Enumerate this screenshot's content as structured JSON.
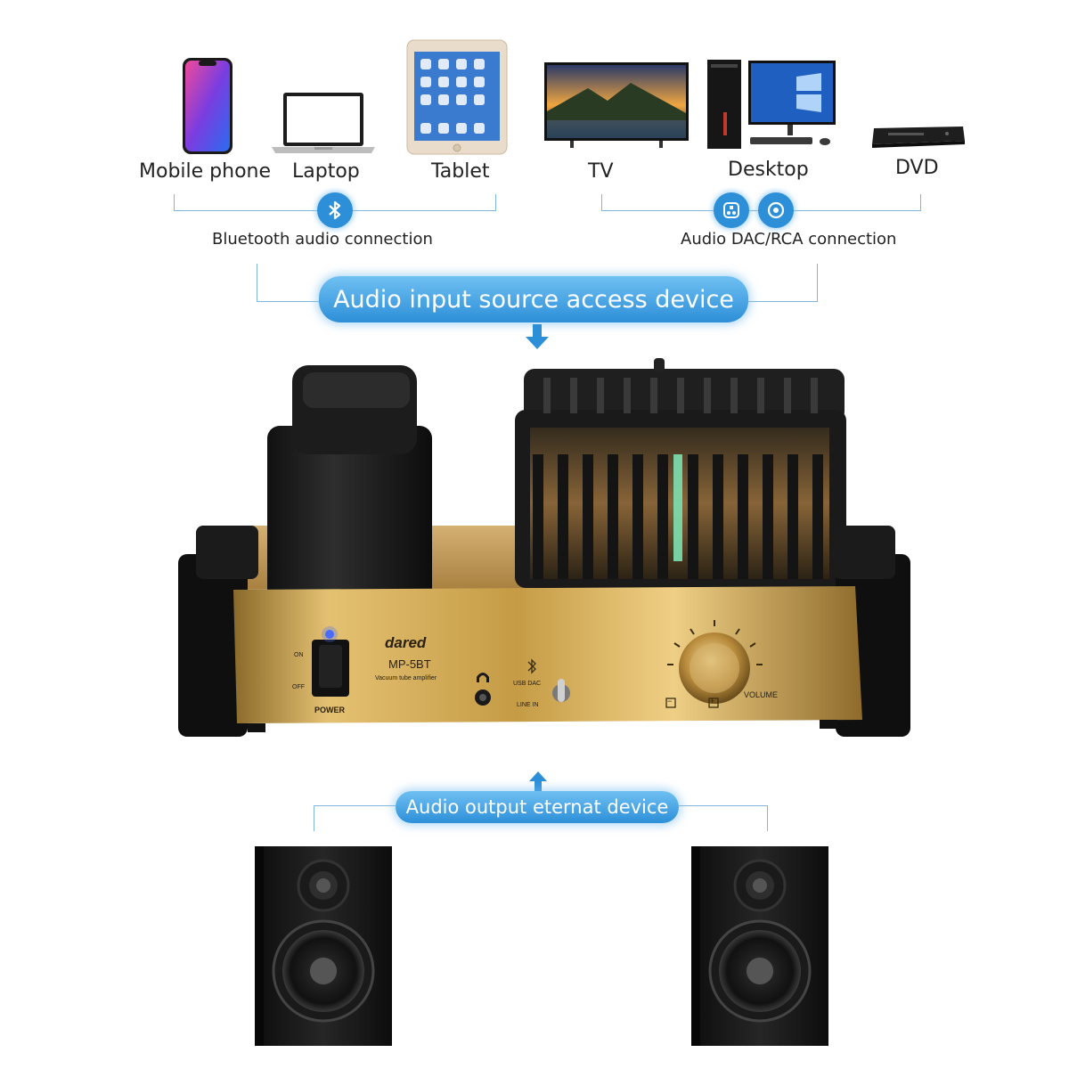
{
  "devices": {
    "mobile_phone": "Mobile phone",
    "laptop": "Laptop",
    "tablet": "Tablet",
    "tv": "TV",
    "desktop": "Desktop",
    "dvd": "DVD"
  },
  "connections": {
    "bluetooth": "Bluetooth audio connection",
    "dac_rca": "Audio DAC/RCA connection"
  },
  "banners": {
    "input": "Audio input source access device",
    "output": "Audio output eternat device"
  },
  "amplifier": {
    "brand": "dared",
    "model": "MP-5BT",
    "subtitle": "Vacuum tube amplifier",
    "on": "ON",
    "off": "OFF",
    "power": "POWER",
    "usb_dac": "USB DAC",
    "line_in": "LINE IN",
    "volume": "VOLUME",
    "minus": "−",
    "plus": "+"
  },
  "colors": {
    "accent": "#2d8fd8",
    "gold": "#c9a24a"
  }
}
